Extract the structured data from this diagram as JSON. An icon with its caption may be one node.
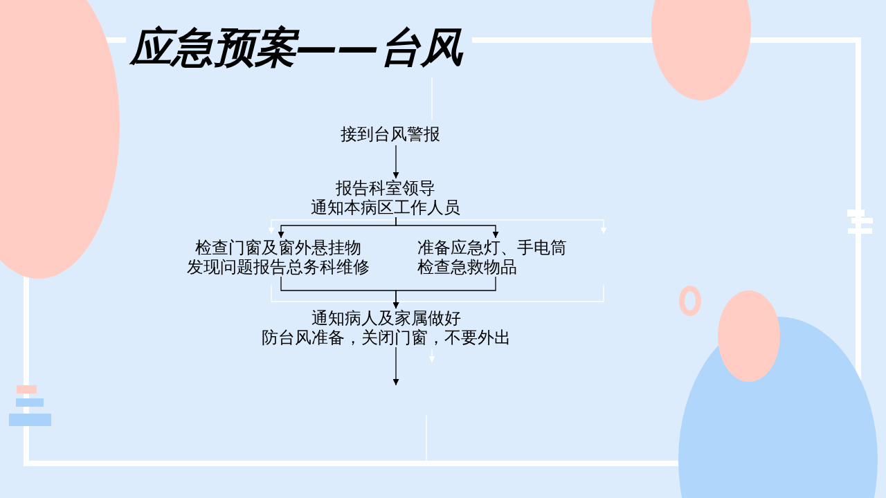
{
  "diagram": {
    "title": "应急预案——台风",
    "nodes": [
      {
        "text": [
          "接到台风警报"
        ]
      },
      {
        "text": [
          "报告科室领导",
          "通知本病区工作人员"
        ]
      },
      {
        "text": [
          "检查门窗及窗外悬挂物",
          "发现问题报告总务科维修"
        ]
      },
      {
        "text": [
          "准备应急灯、手电筒",
          "检查急救物品"
        ]
      },
      {
        "text": [
          "通知病人及家属做好防台风准备，关闭门窗，不要外出"
        ]
      }
    ],
    "edges": [
      {
        "from": 0,
        "to": 1,
        "arrow": "to"
      },
      {
        "from": 1,
        "to": 2,
        "arrow": "to"
      },
      {
        "from": 1,
        "to": 3,
        "arrow": "to"
      },
      {
        "from": 2,
        "to": 4,
        "arrow": "to"
      },
      {
        "from": 3,
        "to": 4,
        "arrow": "to"
      },
      {
        "from": 4,
        "to": null,
        "arrow": "to"
      }
    ]
  }
}
